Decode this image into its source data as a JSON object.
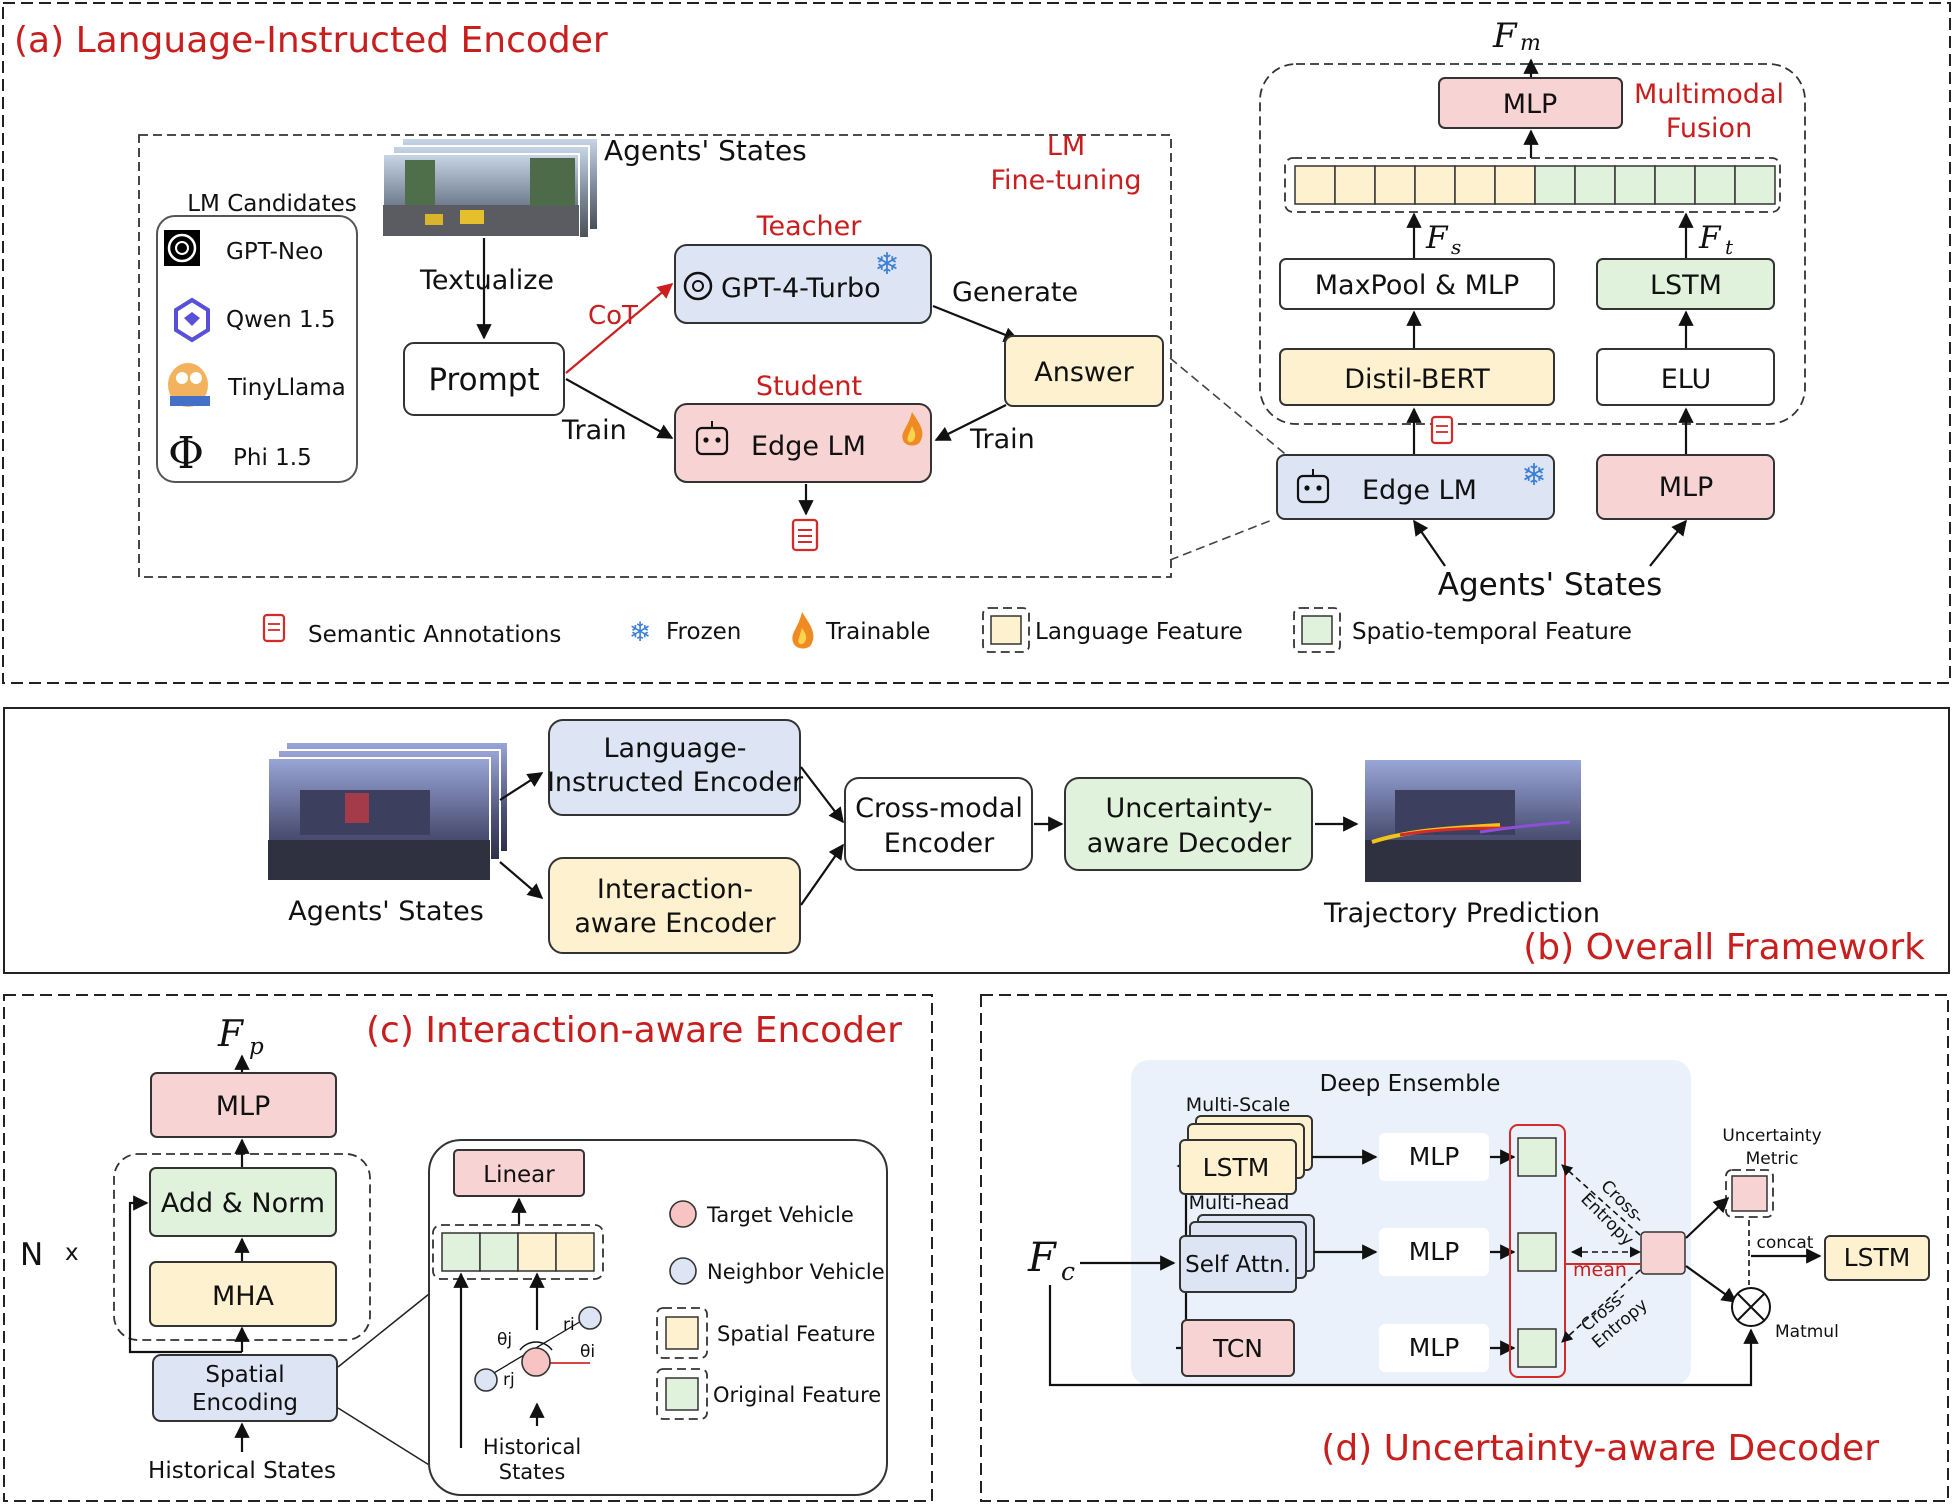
{
  "panel_a": {
    "title": "(a) Language-Instructed Encoder",
    "agents_states_top": "Agents' States",
    "lm_fine_tuning_1": "LM",
    "lm_fine_tuning_2": "Fine-tuning",
    "lm_candidates_title": "LM Candidates",
    "candidates": [
      "GPT-Neo",
      "Qwen 1.5",
      "TinyLlama",
      "Phi 1.5"
    ],
    "textualize": "Textualize",
    "prompt": "Prompt",
    "cot": "CoT",
    "train_left": "Train",
    "teacher": "Teacher",
    "teacher_model": "GPT-4-Turbo",
    "student": "Student",
    "student_model": "Edge LM",
    "generate": "Generate",
    "answer": "Answer",
    "train_right": "Train",
    "fm_label": "F",
    "fm_sub": "m",
    "mlp_top": "MLP",
    "fusion_1": "Multimodal",
    "fusion_2": "Fusion",
    "fs_label": "F",
    "fs_sub": "s",
    "ft_label": "F",
    "ft_sub": "t",
    "maxpool": "MaxPool & MLP",
    "lstm": "LSTM",
    "distil": "Distil-BERT",
    "elu": "ELU",
    "edge_lm": "Edge LM",
    "mlp_bottom": "MLP",
    "agents_states_right": "Agents' States",
    "legend": {
      "semantic": "Semantic Annotations",
      "frozen": "Frozen",
      "trainable": "Trainable",
      "language": "Language Feature",
      "spatio": "Spatio-temporal Feature"
    },
    "colors": {
      "yellow": "#fdf1cf",
      "green": "#e1f2dc",
      "pink": "#f8d3d3",
      "blue": "#dde5f4",
      "accent_red": "#c81e1e"
    }
  },
  "panel_b": {
    "title": "(b) Overall Framework",
    "agents_states": "Agents' States",
    "lie_1": "Language-",
    "lie_2": "Instructed Encoder",
    "iae_1": "Interaction-",
    "iae_2": "aware Encoder",
    "cme_1": "Cross-modal",
    "cme_2": "Encoder",
    "uad_1": "Uncertainty-",
    "uad_2": "aware Decoder",
    "trajectory": "Trajectory Prediction"
  },
  "panel_c": {
    "title": "(c) Interaction-aware Encoder",
    "fp_label": "F",
    "fp_sub": "p",
    "mlp": "MLP",
    "add_norm": "Add & Norm",
    "mha": "MHA",
    "nx_n": "N",
    "nx_x": "x",
    "spatial_1": "Spatial",
    "spatial_2": "Encoding",
    "historical": "Historical States",
    "linear": "Linear",
    "theta_j": "θj",
    "theta_i": "θi",
    "ri": "ri",
    "rj": "rj",
    "hist_1": "Historical",
    "hist_2": "States",
    "legend": {
      "target": "Target Vehicle",
      "neighbor": "Neighbor Vehicle",
      "spatial": "Spatial Feature",
      "original": "Original Feature"
    }
  },
  "panel_d": {
    "title": "(d) Uncertainty-aware Decoder",
    "fc_label": "F",
    "fc_sub": "c",
    "deep_ensemble": "Deep Ensemble",
    "multi_scale": "Multi-Scale",
    "lstm": "LSTM",
    "multi_head": "Multi-head",
    "self_attn": "Self Attn.",
    "tcn": "TCN",
    "mlp": "MLP",
    "cross_entropy_1": "Cross-",
    "cross_entropy_2": "Entropy",
    "mean": "mean",
    "uncertainty_1": "Uncertainty",
    "uncertainty_2": "Metric",
    "concat": "concat",
    "matmul": "Matmul",
    "lstm_out": "LSTM"
  }
}
